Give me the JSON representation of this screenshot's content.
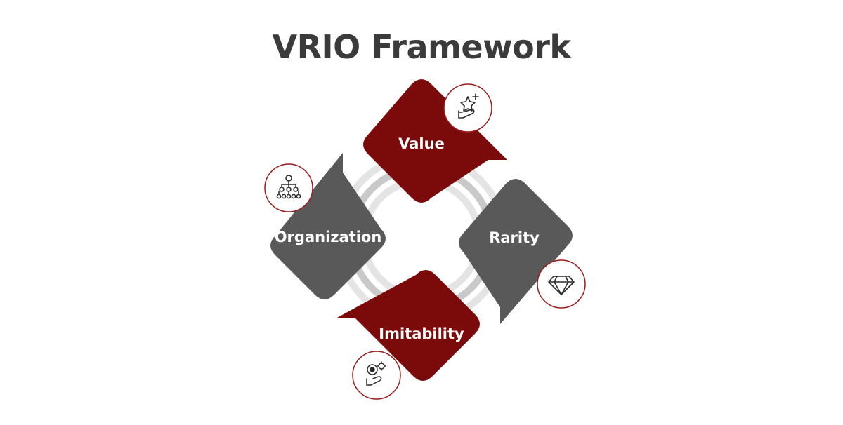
{
  "title": "VRIO Framework",
  "pillars": [
    {
      "key": "value",
      "label": "Value",
      "icon": "star-in-hand-icon",
      "color": "#7b0a0a"
    },
    {
      "key": "rarity",
      "label": "Rarity",
      "icon": "diamond-icon",
      "color": "#595959"
    },
    {
      "key": "imitability",
      "label": "Imitability",
      "icon": "hand-target-gear-icon",
      "color": "#7b0a0a"
    },
    {
      "key": "organization",
      "label": "Organization",
      "icon": "org-chart-icon",
      "color": "#595959"
    }
  ],
  "colors": {
    "title": "#3b3b3b",
    "red": "#7b0a0a",
    "gray": "#595959",
    "ring": "#d3d3d3",
    "icon_circle_border": "#9b1c1c",
    "icon_stroke": "#2a2a2a"
  }
}
